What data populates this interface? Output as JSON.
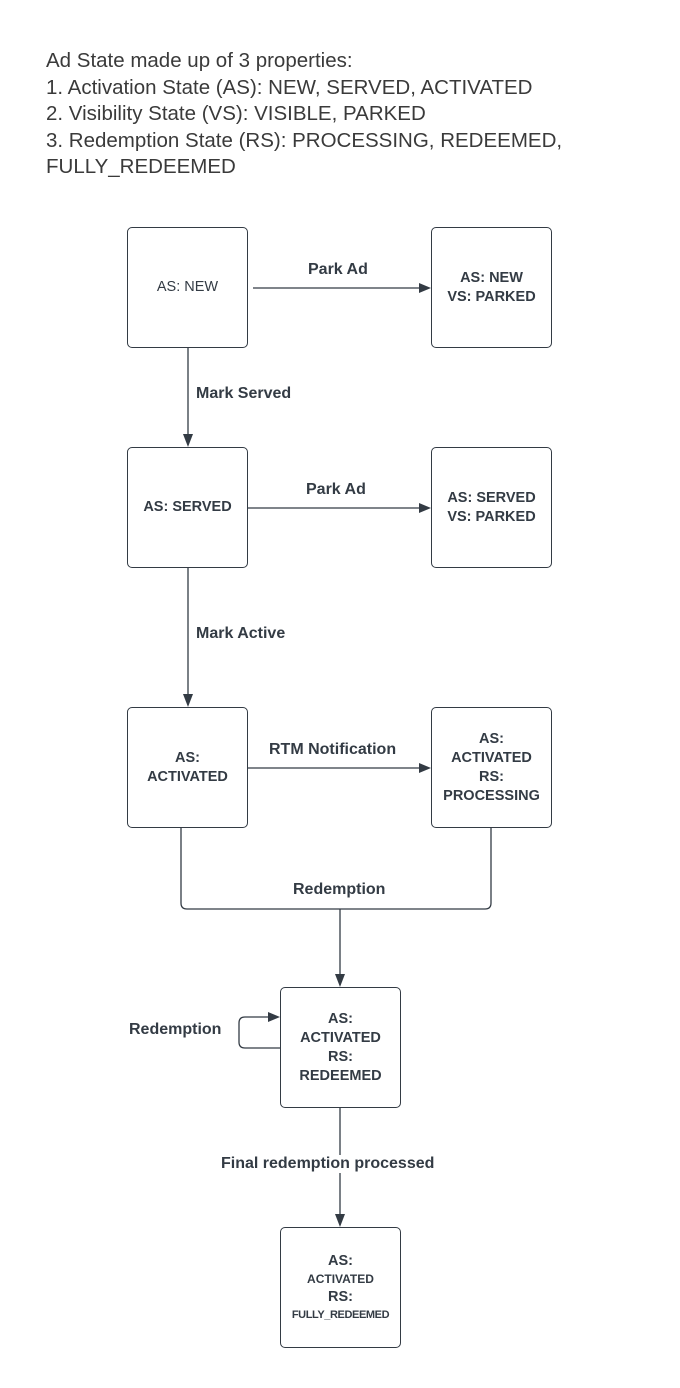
{
  "intro": {
    "line1": "Ad State made up of 3 properties:",
    "line2": "1. Activation State (AS): NEW, SERVED, ACTIVATED",
    "line3": "2. Visibility State (VS): VISIBLE, PARKED",
    "line4": "3. Redemption State (RS):  PROCESSING, REDEEMED, FULLY_REDEEMED"
  },
  "nodes": {
    "new": {
      "l1": "AS: NEW"
    },
    "new_parked": {
      "l1": "AS: NEW",
      "l2": "VS: PARKED"
    },
    "served": {
      "l1": "AS: SERVED"
    },
    "served_parked": {
      "l1": "AS: SERVED",
      "l2": "VS: PARKED"
    },
    "activated": {
      "l1": "AS:",
      "l2": "ACTIVATED"
    },
    "activated_processing": {
      "l1": "AS:",
      "l2": "ACTIVATED",
      "l3": "RS:",
      "l4": "PROCESSING"
    },
    "activated_redeemed": {
      "l1": "AS:",
      "l2": "ACTIVATED",
      "l3": "RS:",
      "l4": "REDEEMED"
    },
    "activated_fully": {
      "l1": "AS:",
      "l2": "ACTIVATED",
      "l3": "RS:",
      "l4": "FULLY_REDEEMED"
    }
  },
  "edges": {
    "park_ad_1": "Park Ad",
    "mark_served": "Mark Served",
    "park_ad_2": "Park Ad",
    "mark_active": "Mark Active",
    "rtm_notification": "RTM Notification",
    "redemption_merge": "Redemption",
    "redemption_self": "Redemption",
    "final_redemption": "Final redemption processed"
  },
  "colors": {
    "stroke": "#333b44",
    "text": "#333b44",
    "intro_text": "#3a3a3a",
    "background": "#ffffff"
  }
}
